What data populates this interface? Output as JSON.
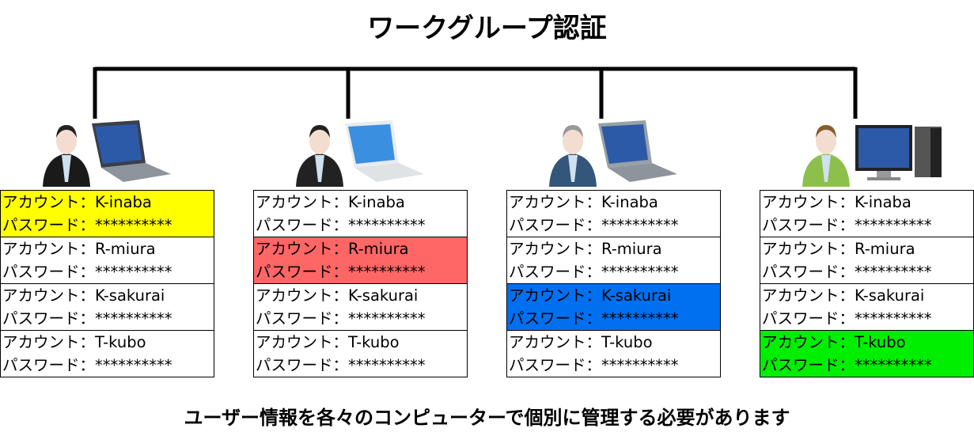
{
  "title": "ワークグループ認証",
  "caption": "ユーザー情報を各々のコンピューターで個別に管理する必要があります",
  "labels": {
    "account": "アカウント：",
    "password": "パスワード："
  },
  "accounts": [
    {
      "name": "K-inaba",
      "password": "**********"
    },
    {
      "name": "R-miura",
      "password": "**********"
    },
    {
      "name": "K-sakurai",
      "password": "**********"
    },
    {
      "name": "T-kubo",
      "password": "**********"
    }
  ],
  "computers": [
    {
      "user_icon": "man-dark-suit-icon",
      "device_icon": "laptop-dark-icon",
      "highlight_row": 0,
      "highlight_color": "#ffff00"
    },
    {
      "user_icon": "woman-dark-suit-icon",
      "device_icon": "laptop-white-icon",
      "highlight_row": 1,
      "highlight_color": "#ff6666"
    },
    {
      "user_icon": "man-blue-suit-icon",
      "device_icon": "laptop-silver-icon",
      "highlight_row": 2,
      "highlight_color": "#0070f0"
    },
    {
      "user_icon": "woman-green-suit-icon",
      "device_icon": "desktop-pc-icon",
      "highlight_row": 3,
      "highlight_color": "#00ee00"
    }
  ]
}
